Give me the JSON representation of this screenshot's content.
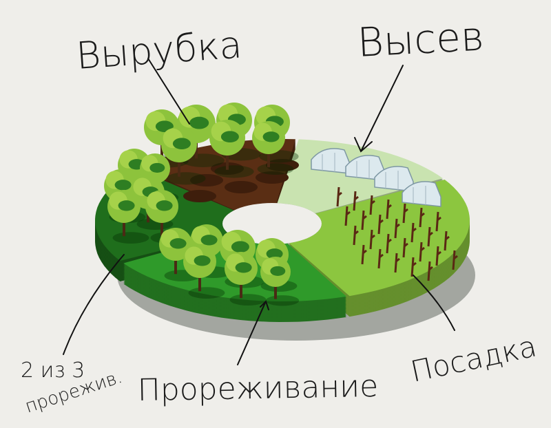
{
  "labels": {
    "clearcut": "Вырубка",
    "sowing": "Высев",
    "planting": "Посадка",
    "thinning": "Прореживание",
    "thinning23_line1": "2 из 3",
    "thinning23_line2": "прорежив."
  },
  "colors": {
    "brown": "#5a2e14",
    "pale": "#c9e3b0",
    "light": "#8cc63f",
    "mid": "#2f9a2a",
    "dark": "#1f6e1c",
    "background": "#efeeea"
  }
}
